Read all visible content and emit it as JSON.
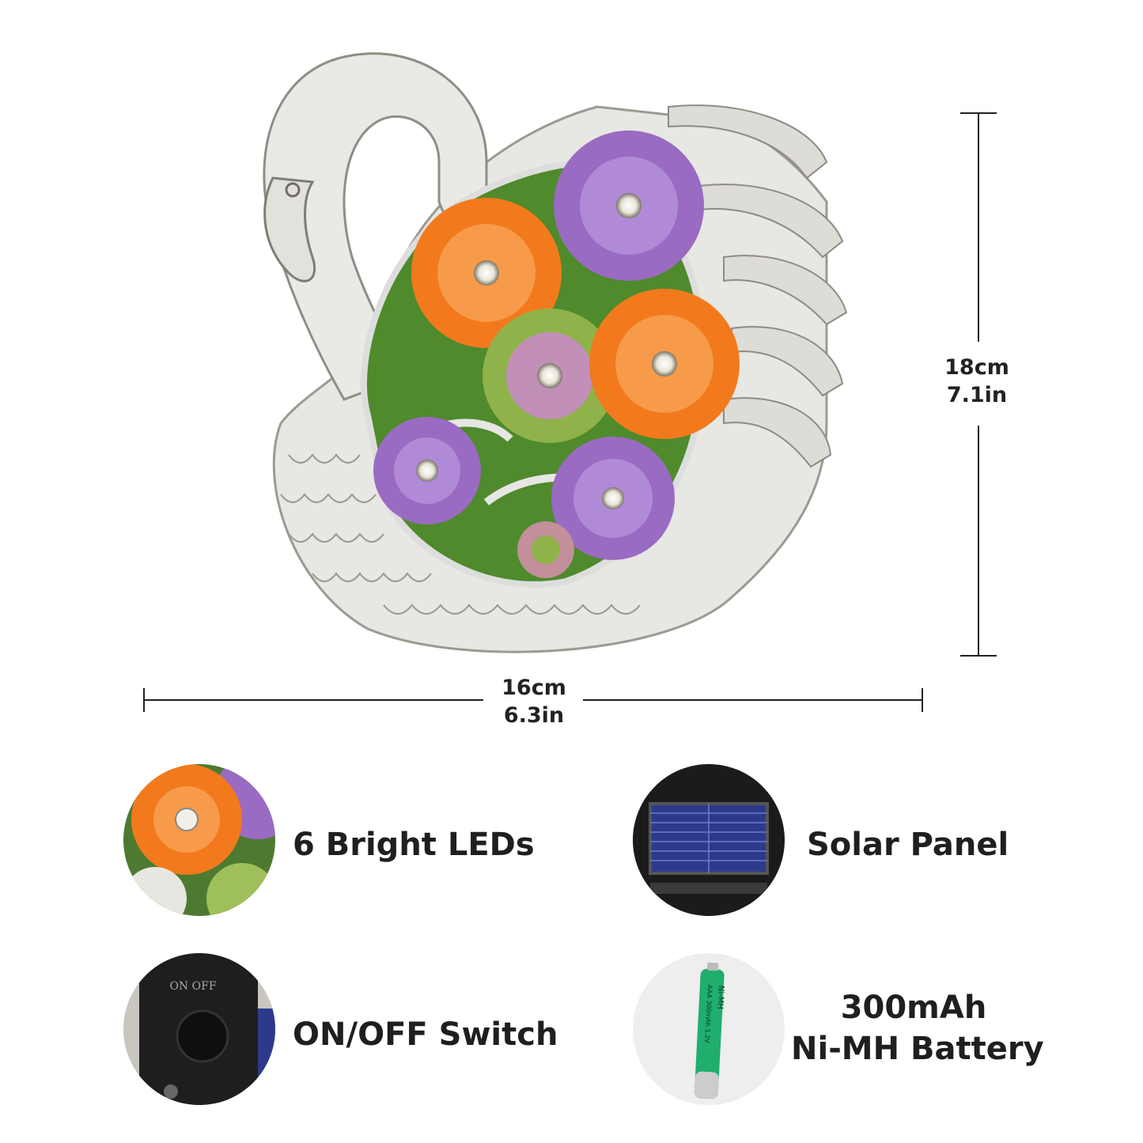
{
  "product": {
    "image": "swan-solar-statue-with-succulent-flowers",
    "colors": {
      "body": "#e6e6e2",
      "moss": "#4f8a2c",
      "orange": "#f27a1c",
      "purple": "#9a6bc2",
      "green_succulent": "#8fb34a",
      "line": "#222222"
    }
  },
  "dimensions": {
    "height_cm": "18cm",
    "height_in": "7.1in",
    "width_cm": "16cm",
    "width_in": "6.3in"
  },
  "features": [
    {
      "label": "6 Bright LEDs",
      "icon": "led-flower-icon"
    },
    {
      "label": "Solar Panel",
      "icon": "solar-panel-icon"
    },
    {
      "label": "ON/OFF Switch",
      "icon": "power-switch-icon",
      "switch_text": "ON OFF"
    },
    {
      "label_line1": "300mAh",
      "label_line2": "Ni-MH Battery",
      "icon": "battery-icon",
      "battery_text": "Ni-MH",
      "battery_spec": "AAA 300mAh 1.2V"
    }
  ]
}
